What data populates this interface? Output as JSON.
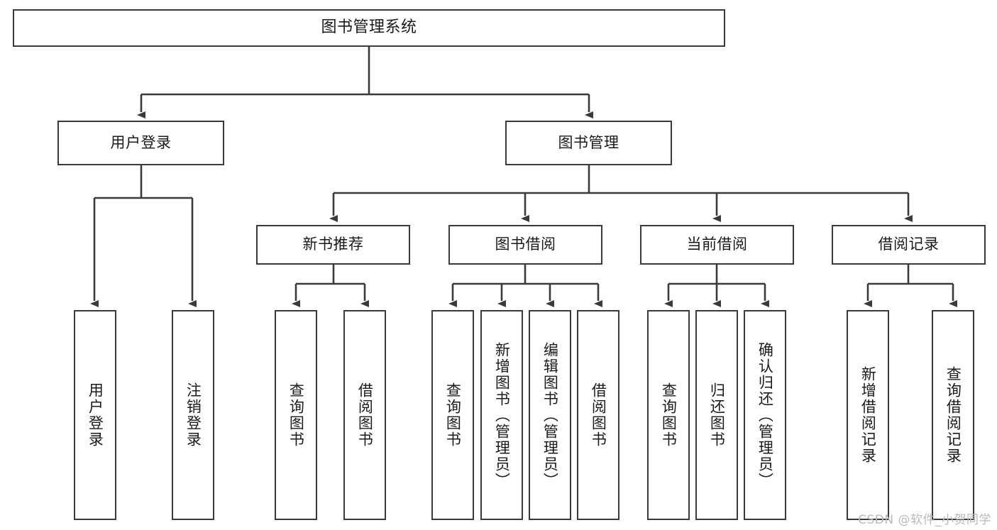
{
  "diagram": {
    "title": "图书管理系统",
    "type": "tree-hierarchy-chart",
    "colors": {
      "box_border": "#3a3a3a",
      "box_fill": "#ffffff",
      "connector": "#3a3a3a",
      "text": "#1a1a1a",
      "watermark": "#b9b9b9",
      "background": "#ffffff"
    },
    "root": {
      "label": "图书管理系统",
      "orientation": "horizontal"
    },
    "level2": [
      {
        "id": "user-login",
        "label": "用户登录",
        "orientation": "horizontal"
      },
      {
        "id": "book-management",
        "label": "图书管理",
        "orientation": "horizontal"
      }
    ],
    "level3": [
      {
        "id": "new-book-recommend",
        "label": "新书推荐",
        "orientation": "horizontal"
      },
      {
        "id": "book-borrow",
        "label": "图书借阅",
        "orientation": "horizontal"
      },
      {
        "id": "current-borrow",
        "label": "当前借阅",
        "orientation": "horizontal"
      },
      {
        "id": "borrow-record",
        "label": "借阅记录",
        "orientation": "horizontal"
      }
    ],
    "leaves": {
      "user-login": [
        {
          "id": "leaf-user-login",
          "label": "用户登录",
          "orientation": "vertical"
        },
        {
          "id": "leaf-user-logout",
          "label": "注销登录",
          "orientation": "vertical"
        }
      ],
      "new-book-recommend": [
        {
          "id": "leaf-query-book-1",
          "label": "查询图书",
          "orientation": "vertical"
        },
        {
          "id": "leaf-borrow-book-1",
          "label": "借阅图书",
          "orientation": "vertical"
        }
      ],
      "book-borrow": [
        {
          "id": "leaf-query-book-2",
          "label": "查询图书",
          "orientation": "vertical"
        },
        {
          "id": "leaf-add-book",
          "label": "新增图书（管理员）",
          "orientation": "vertical"
        },
        {
          "id": "leaf-edit-book",
          "label": "编辑图书（管理员）",
          "orientation": "vertical"
        },
        {
          "id": "leaf-borrow-book-2",
          "label": "借阅图书",
          "orientation": "vertical"
        }
      ],
      "current-borrow": [
        {
          "id": "leaf-query-book-3",
          "label": "查询图书",
          "orientation": "vertical"
        },
        {
          "id": "leaf-return-book",
          "label": "归还图书",
          "orientation": "vertical"
        },
        {
          "id": "leaf-confirm-return",
          "label": "确认归还（管理员）",
          "orientation": "vertical"
        }
      ],
      "borrow-record": [
        {
          "id": "leaf-add-record",
          "label": "新增借阅记录",
          "orientation": "vertical"
        },
        {
          "id": "leaf-query-record",
          "label": "查询借阅记录",
          "orientation": "vertical"
        }
      ]
    }
  },
  "watermark": {
    "text": "CSDN @软件_小贺同学"
  }
}
